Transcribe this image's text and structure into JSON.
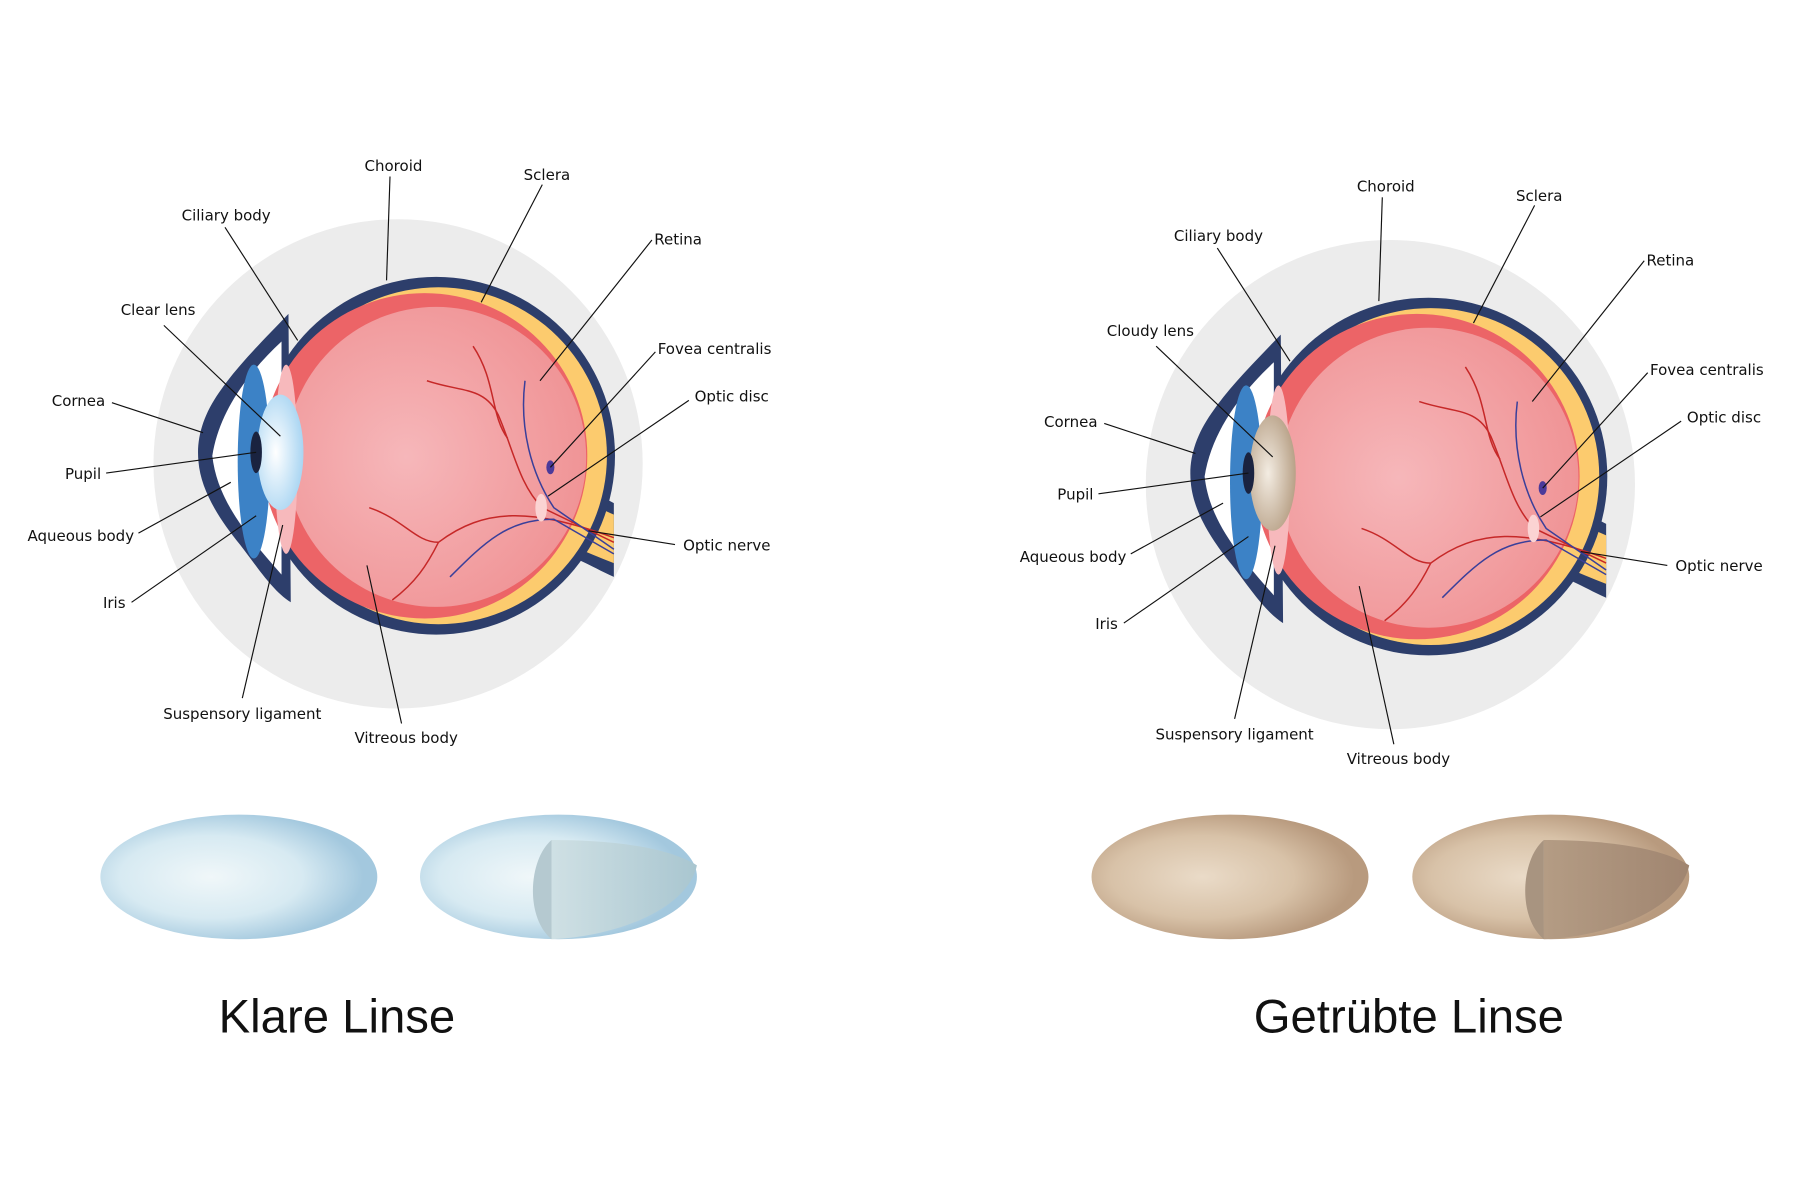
{
  "eyes": [
    {
      "name": "clear",
      "lens_color": "#a9d5f2",
      "labels": [
        "Choroid",
        "Sclera",
        "Ciliary body",
        "Retina",
        "Clear lens",
        "Fovea centralis",
        "Optic disc",
        "Cornea",
        "Pupil",
        "Aqueous body",
        "Iris",
        "Optic nerve",
        "Suspensory ligament",
        "Vitreous body"
      ]
    },
    {
      "name": "cloudy",
      "lens_color": "#cdb9a2",
      "labels": [
        "Choroid",
        "Sclera",
        "Ciliary body",
        "Retina",
        "Cloudy lens",
        "Fovea centralis",
        "Optic disc",
        "Cornea",
        "Pupil",
        "Aqueous body",
        "Iris",
        "Optic nerve",
        "Suspensory ligament",
        "Vitreous body"
      ]
    }
  ],
  "captions": {
    "clear": "Klare Linse",
    "cloudy": "Getrübte Linse"
  },
  "colors": {
    "sclera": "#2d3e6b",
    "retina": "#fccb6e",
    "choroid": "#ec6467",
    "vitreous": "#f29a9a",
    "iris": "#3c82c6",
    "background_disc": "#ececec",
    "clear_lens_edge": "#a3c8de",
    "cloudy_lens_edge": "#b89a7e"
  }
}
